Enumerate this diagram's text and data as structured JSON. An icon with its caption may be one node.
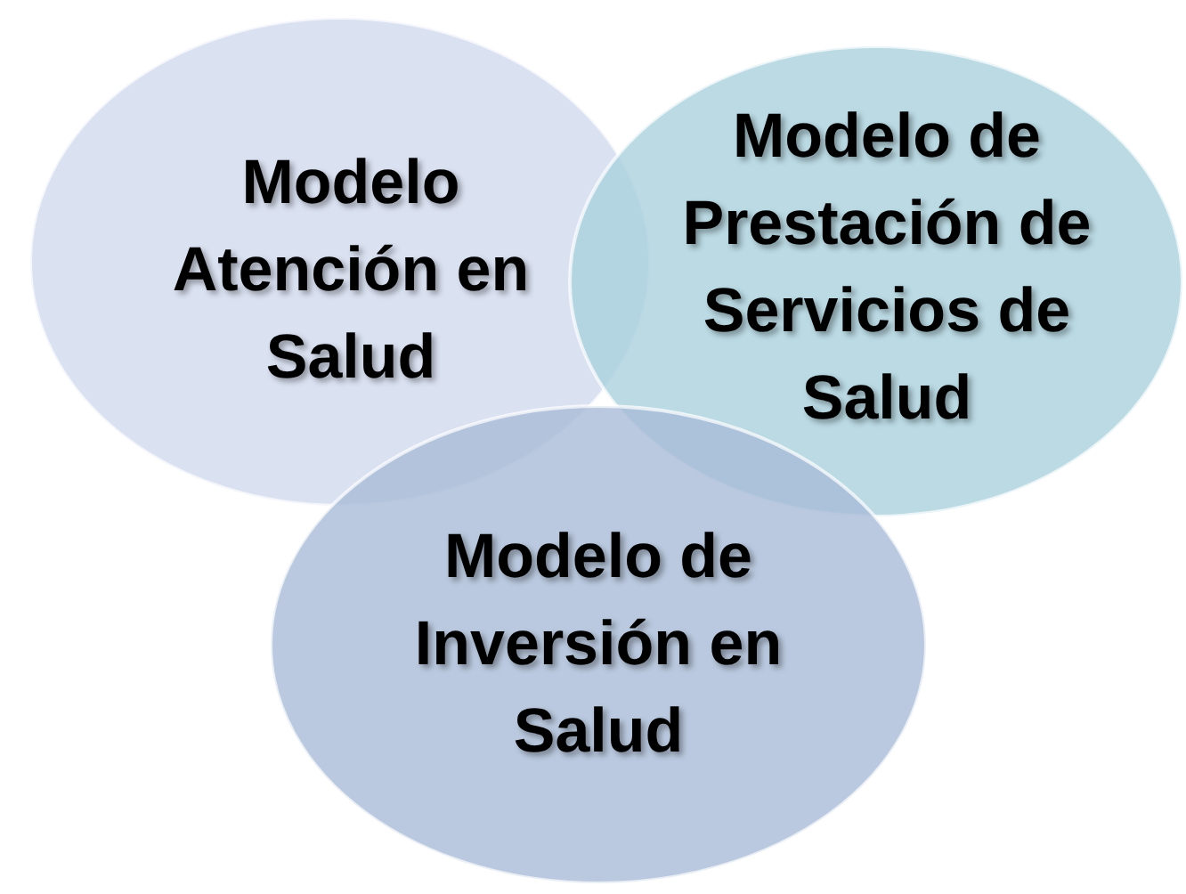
{
  "diagram": {
    "nodes": [
      {
        "text": [
          "Modelo Atención en Salud"
        ]
      },
      {
        "text": [
          "Modelo de Prestación de Servicios de Salud"
        ]
      },
      {
        "text": [
          "Modelo de Inversión en Salud"
        ]
      }
    ]
  }
}
